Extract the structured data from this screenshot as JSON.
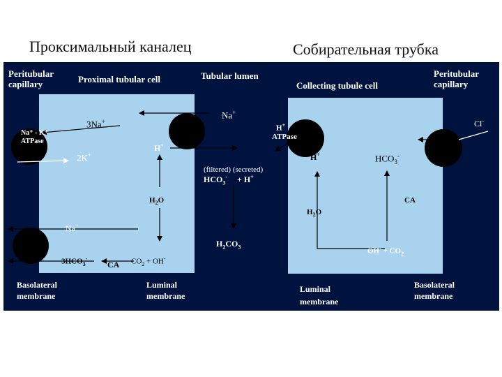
{
  "titles": {
    "left": "Проксимальный каналец",
    "right": "Собирательная трубка"
  },
  "labels": {
    "peritubular_left_1": "Peritubular",
    "peritubular_left_2": "capillary",
    "proximal_cell": "Proximal tubular cell",
    "tubular_lumen": "Tubular lumen",
    "collecting_cell": "Collecting tubule cell",
    "peritubular_right_1": "Peritubular",
    "peritubular_right_2": "capillary",
    "na_k_atpase_1": "Na⁺ - K⁺",
    "na_k_atpase_2": "ATPase",
    "three_na": "3Na",
    "three_na_sup": "+",
    "na_lumen": "Na",
    "na_lumen_sup": "+",
    "h_atpase_1": "H",
    "h_atpase_1_sup": "+",
    "h_atpase_2": "ATPase",
    "two_k": "2K",
    "two_k_sup": "+",
    "h_left": "H",
    "h_left_sup": "+",
    "filtered_secreted": "(filtered)   (secreted)",
    "hco3_lumen": "HCO",
    "hco3_lumen_sub": "3",
    "hco3_lumen_sup": "-",
    "plus_h": "+      H",
    "plus_h_sup": "+",
    "h2o_left": "H",
    "h2o_left_sub": "2",
    "h2o_left_o": "O",
    "na_left": "Na",
    "na_left_sup": "+",
    "three_hco3": "3HCO",
    "three_hco3_sub": "3",
    "three_hco3_sup": "-",
    "ca_left": "CA",
    "co2_oh": "CO",
    "co2_oh_sub": "2",
    "co2_oh_rest": " + OH",
    "co2_oh_sup": "-",
    "h2co3": "H",
    "h2co3_sub1": "2",
    "h2co3_mid": "CO",
    "h2co3_sub2": "3",
    "basolateral_left_1": "Basolateral",
    "basolateral_left_2": "membrane",
    "luminal_left_1": "Luminal",
    "luminal_left_2": "membrane",
    "cl": "Cl",
    "cl_sup": "-",
    "h_right": "H",
    "h_right_sup": "+",
    "hco3_right": "HCO",
    "hco3_right_sub": "3",
    "hco3_right_sup": "-",
    "ca_right": "CA",
    "h2o_right": "H",
    "h2o_right_sub": "2",
    "h2o_right_o": "O",
    "oh_co2": "OH",
    "oh_co2_sup": "-",
    "oh_co2_rest": " + CO",
    "oh_co2_sub": "2",
    "luminal_right_1": "Luminal",
    "luminal_right_2": "membrane",
    "basolateral_right_1": "Basolateral",
    "basolateral_right_2": "membrane"
  },
  "colors": {
    "background": "#00133f",
    "cell": "#a9d2ee",
    "pump": "#000000"
  }
}
